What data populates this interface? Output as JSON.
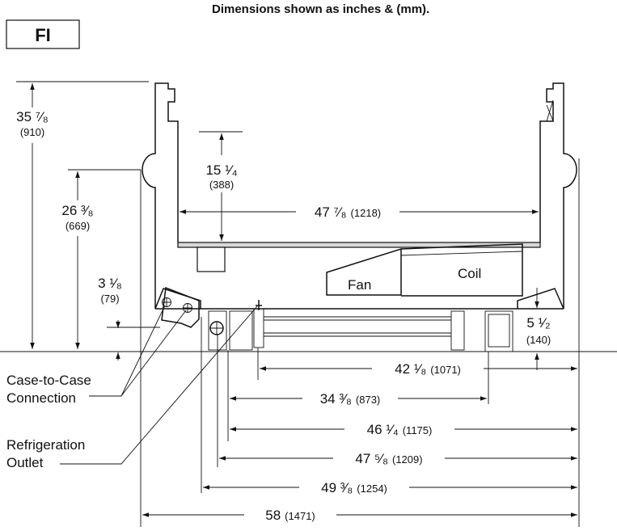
{
  "figure_tag": "FI",
  "header_note": "Dimensions shown as inches & (mm).",
  "heights": {
    "overall": {
      "in": "35 ⁷⁄₈",
      "mm": "(910)"
    },
    "shelf": {
      "in": "26 ³⁄₈",
      "mm": "(669)"
    },
    "deck": {
      "in": "15 ¹⁄₄",
      "mm": "(388)"
    },
    "connection": {
      "in": "3 ¹⁄₈",
      "mm": "(79)"
    },
    "outlet": {
      "in": "5 ¹⁄₂",
      "mm": "(140)"
    }
  },
  "widths": {
    "interior": {
      "in": "47 ⁷⁄₈",
      "mm": "(1218)"
    },
    "a": {
      "in": "42 ¹⁄₈",
      "mm": "(1071)"
    },
    "b": {
      "in": "34 ³⁄₈",
      "mm": "(873)"
    },
    "c": {
      "in": "46 ¹⁄₄",
      "mm": "(1175)"
    },
    "d": {
      "in": "47 ⁵⁄₈",
      "mm": "(1209)"
    },
    "e": {
      "in": "49 ³⁄₈",
      "mm": "(1254)"
    },
    "overall": {
      "in": "58",
      "mm": "(1471)"
    }
  },
  "components": {
    "fan": "Fan",
    "coil": "Coil"
  },
  "callouts": {
    "case_to_case_line1": "Case-to-Case",
    "case_to_case_line2": "Connection",
    "refrigeration_line1": "Refrigeration",
    "refrigeration_line2": "Outlet"
  }
}
